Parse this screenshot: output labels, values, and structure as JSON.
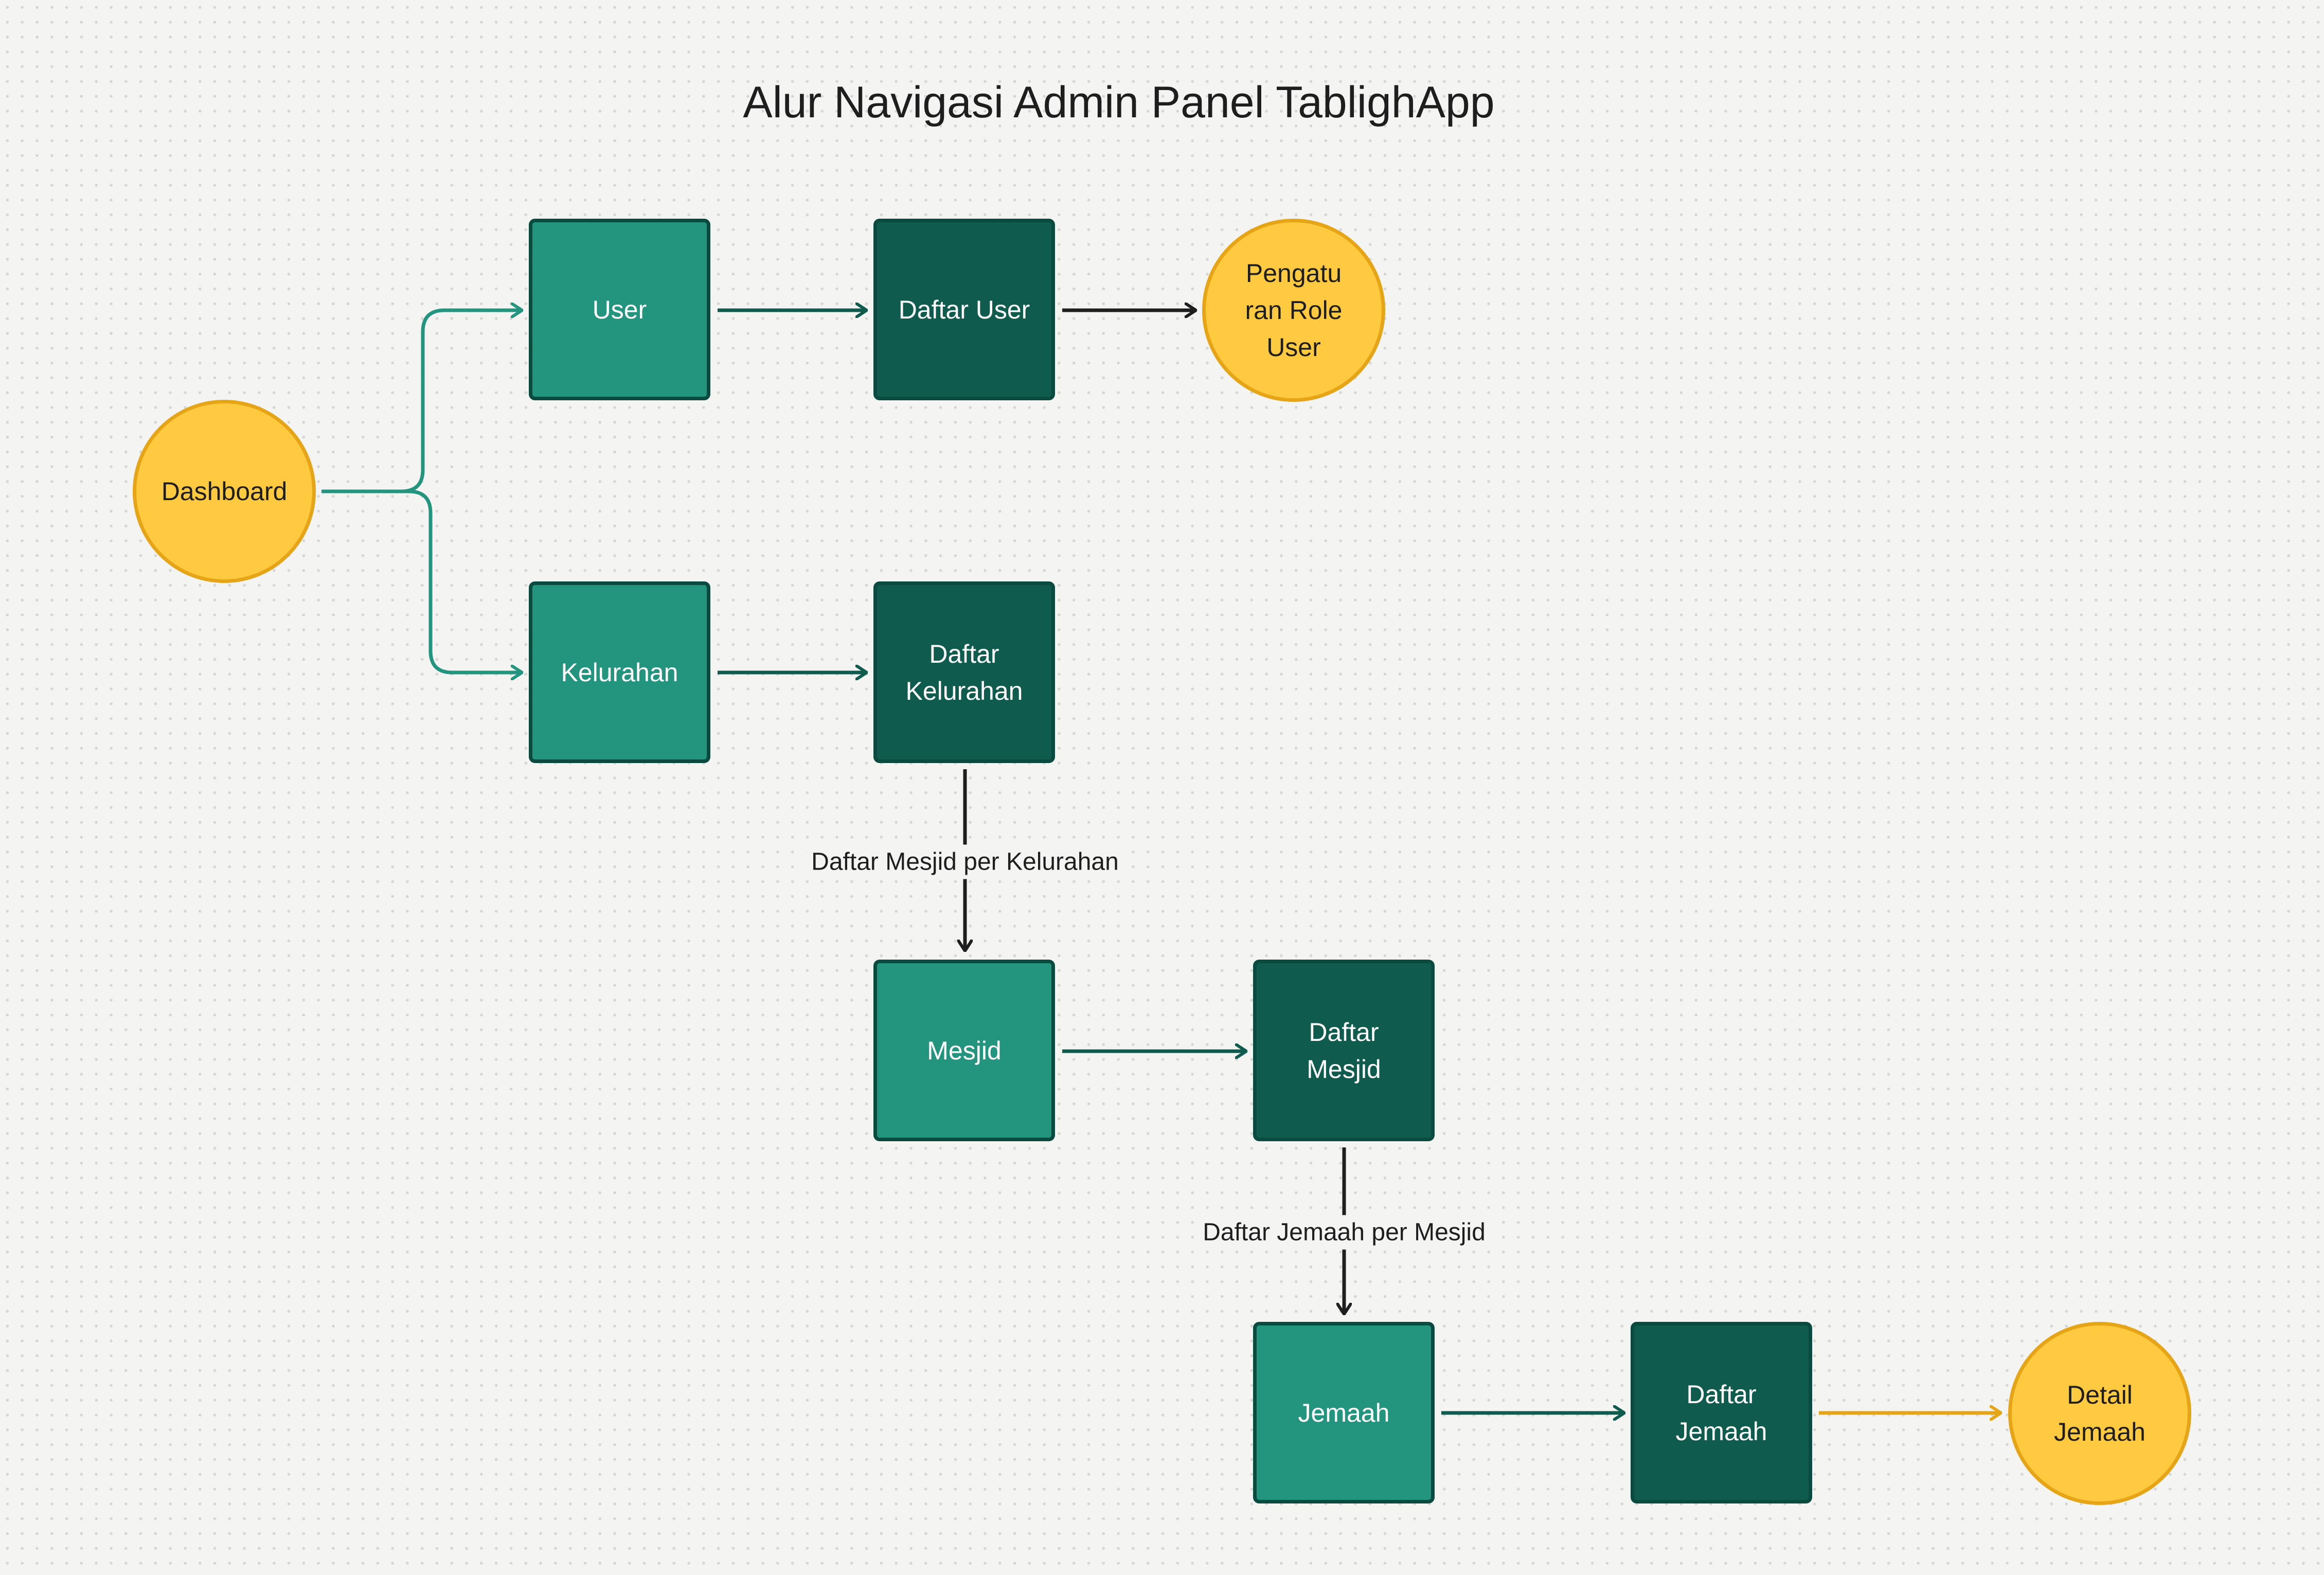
{
  "title": "Alur Navigasi Admin Panel TablighApp",
  "colors": {
    "primary_node": "#23957e",
    "list_node": "#0f5c4f",
    "node_border": "#0b4a3e",
    "terminal_node": "#ffc940",
    "terminal_border": "#e6a417",
    "edge_teal": "#23957e",
    "edge_dark": "#0f5c4f",
    "edge_amber": "#e6a417"
  },
  "nodes": {
    "dashboard": "Dashboard",
    "user": "User",
    "daftar_user": "Daftar User",
    "pengaturan_role_user": "Pengatu\nran Role\nUser",
    "kelurahan": "Kelurahan",
    "daftar_kelurahan": "Daftar\nKelurahan",
    "mesjid": "Mesjid",
    "daftar_mesjid": "Daftar\nMesjid",
    "jemaah": "Jemaah",
    "daftar_jemaah": "Daftar\nJemaah",
    "detail_jemaah": "Detail\nJemaah"
  },
  "edges": [
    {
      "from": "dashboard",
      "to": "user",
      "label": ""
    },
    {
      "from": "dashboard",
      "to": "kelurahan",
      "label": ""
    },
    {
      "from": "user",
      "to": "daftar_user",
      "label": ""
    },
    {
      "from": "daftar_user",
      "to": "pengaturan_role_user",
      "label": ""
    },
    {
      "from": "kelurahan",
      "to": "daftar_kelurahan",
      "label": ""
    },
    {
      "from": "daftar_kelurahan",
      "to": "mesjid",
      "label": "Daftar Mesjid per Kelurahan"
    },
    {
      "from": "mesjid",
      "to": "daftar_mesjid",
      "label": ""
    },
    {
      "from": "daftar_mesjid",
      "to": "jemaah",
      "label": "Daftar Jemaah per Mesjid"
    },
    {
      "from": "jemaah",
      "to": "daftar_jemaah",
      "label": ""
    },
    {
      "from": "daftar_jemaah",
      "to": "detail_jemaah",
      "label": ""
    }
  ]
}
